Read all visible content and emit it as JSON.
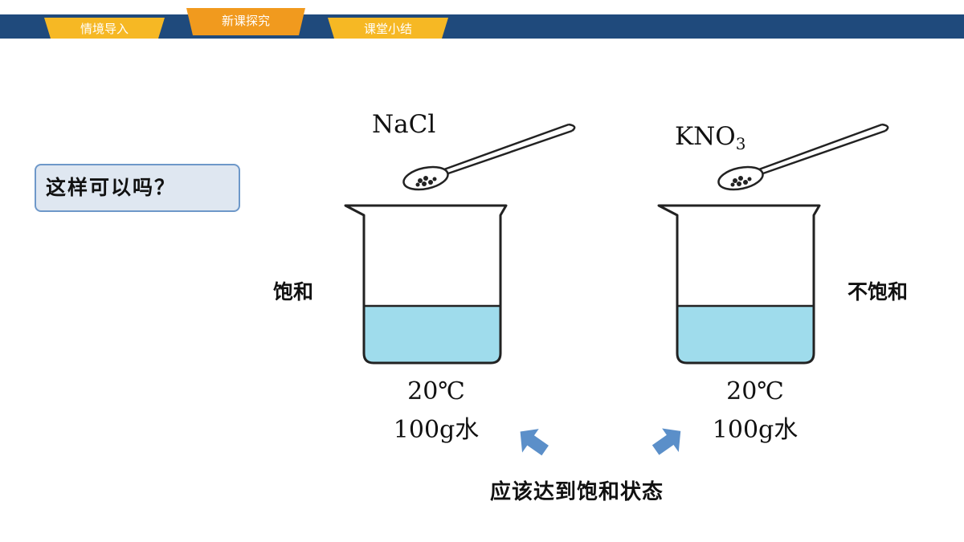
{
  "nav": {
    "tabs": [
      {
        "label": "情境导入"
      },
      {
        "label": "新课探究"
      },
      {
        "label": "课堂小结"
      }
    ]
  },
  "question": {
    "text": "这样可以吗？"
  },
  "left": {
    "solute": "NaCl",
    "state": "饱和",
    "temperature": "20℃",
    "water": "100g水"
  },
  "right": {
    "solute_main": "KNO",
    "solute_sub": "3",
    "state": "不饱和",
    "temperature": "20℃",
    "water": "100g水"
  },
  "conclusion": {
    "text": "应该达到饱和状态"
  },
  "colors": {
    "nav_bar": "#1f4a7c",
    "tab_yellow": "#f6b824",
    "tab_orange": "#f19a1e",
    "question_bg": "#dfe7f1",
    "question_border": "#6e98c9",
    "water": "#9fdcec",
    "arrow": "#5b8fc9"
  },
  "icons": {
    "left_spoon": "spoon-icon",
    "right_spoon": "spoon-icon",
    "left_beaker": "beaker-icon",
    "right_beaker": "beaker-icon",
    "left_arrow": "arrow-icon",
    "right_arrow": "arrow-icon"
  }
}
